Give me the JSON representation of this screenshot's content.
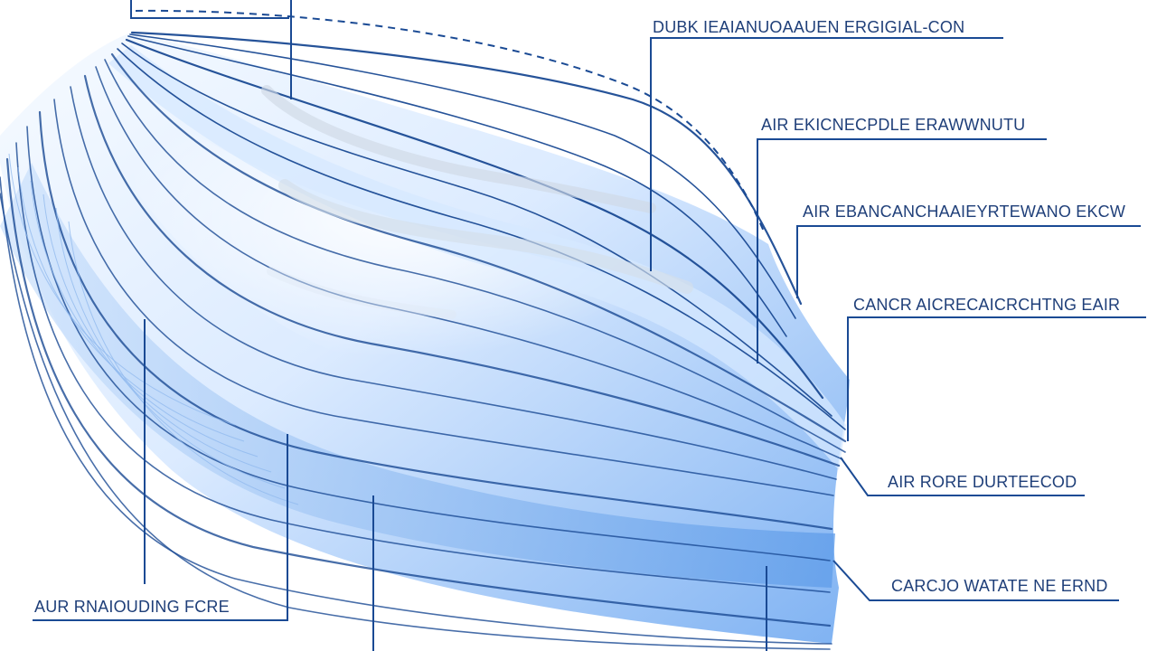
{
  "diagram": {
    "colors": {
      "line": "#1a4a94",
      "label": "#1f3f79",
      "fill_light": "#eef5ff",
      "fill_mid": "#bcd7fb",
      "fill_strong": "#6aa6ef"
    },
    "labels": [
      {
        "id": "label-1",
        "text": "DUBK IEAIANUOAAUEN ERGIGIAL-CON"
      },
      {
        "id": "label-2",
        "text": "AIR EKICNECPDLE ERAWWNUTU"
      },
      {
        "id": "label-3",
        "text": "AIR EBANCANCHAAIEYRTEWANO EKCW"
      },
      {
        "id": "label-4",
        "text": "CANCR AICRECAICRCHTNG EAIR"
      },
      {
        "id": "label-5",
        "text": "AIR RORE DURTEECOD"
      },
      {
        "id": "label-6",
        "text": "CARCJO WATATE NE ERND"
      },
      {
        "id": "label-7",
        "text": "AUR RNAIOUDING FCRE"
      }
    ]
  }
}
